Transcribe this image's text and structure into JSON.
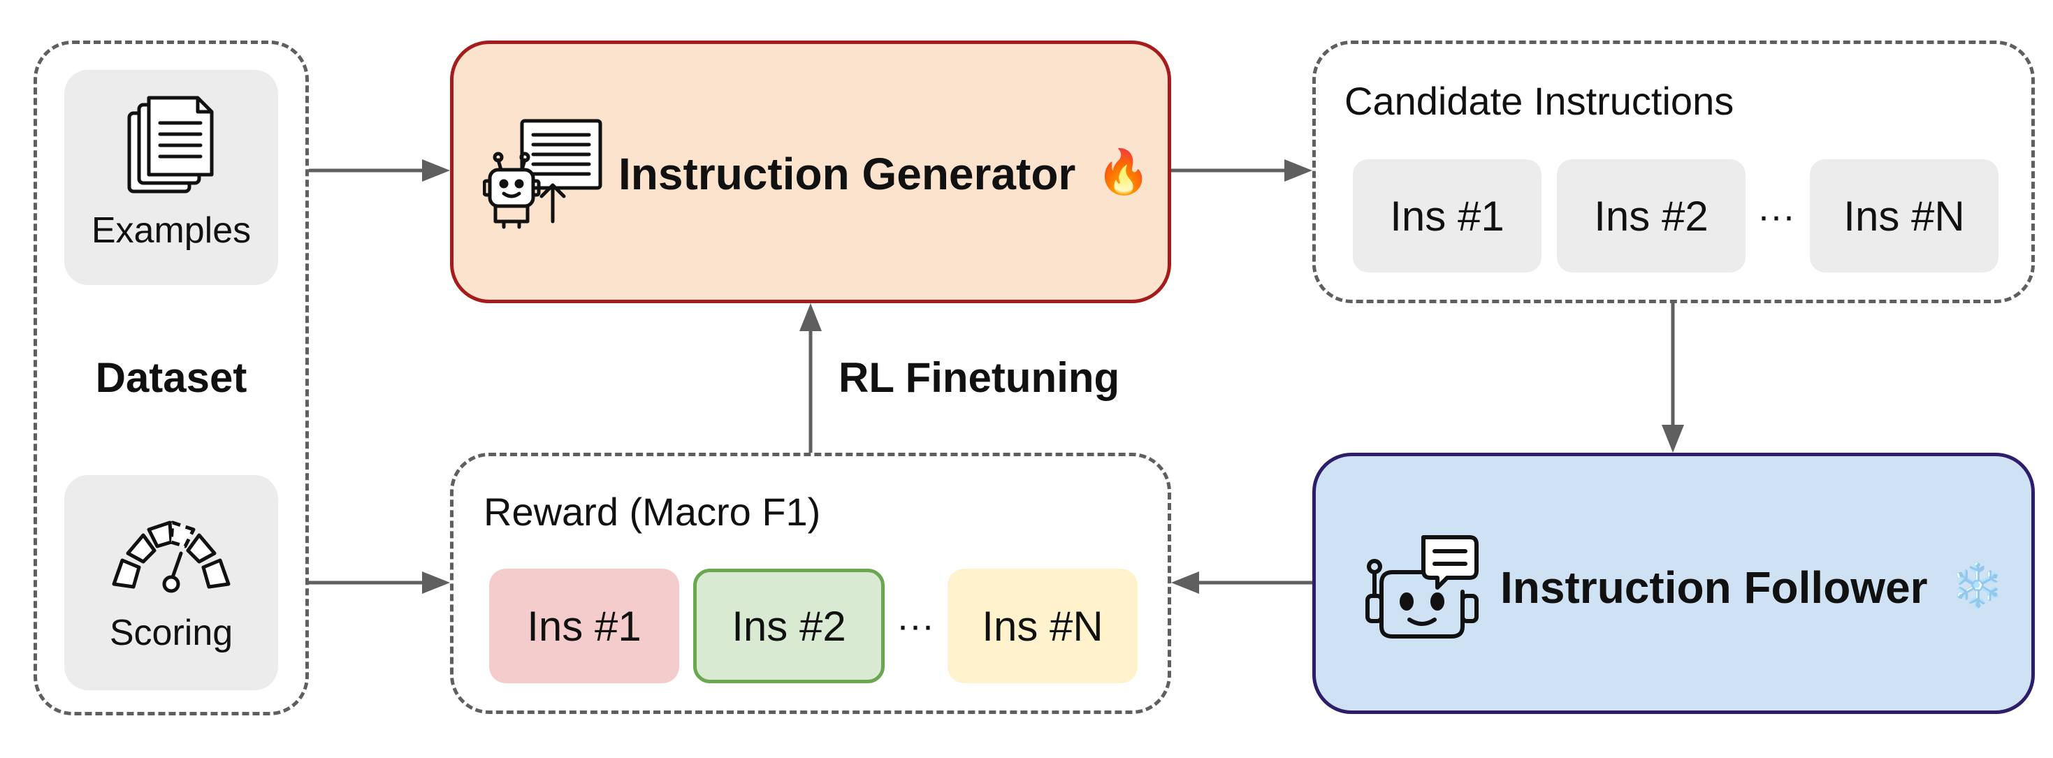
{
  "dataset": {
    "title": "Dataset",
    "examples_label": "Examples",
    "scoring_label": "Scoring"
  },
  "generator": {
    "title": "Instruction Generator",
    "badge": "🔥"
  },
  "candidates": {
    "title": "Candidate Instructions",
    "items": [
      "Ins #1",
      "Ins #2",
      "Ins #N"
    ],
    "ellipsis": "···"
  },
  "follower": {
    "title": "Instruction Follower",
    "badge": "❄️"
  },
  "reward": {
    "title": "Reward (Macro F1)",
    "items": [
      "Ins #1",
      "Ins #2",
      "Ins #N"
    ],
    "ellipsis": "···"
  },
  "rl_label": "RL Finetuning",
  "colors": {
    "generator_fill": "#fce3cd",
    "generator_border": "#a61c1c",
    "follower_fill": "#cfe2f3",
    "follower_border": "#2e1d6b",
    "reward_red": "#f4cccc",
    "reward_green": "#d9ead3",
    "reward_green_border": "#6aa84f",
    "reward_yellow": "#fff2cc",
    "arrow": "#5f5f5f"
  }
}
